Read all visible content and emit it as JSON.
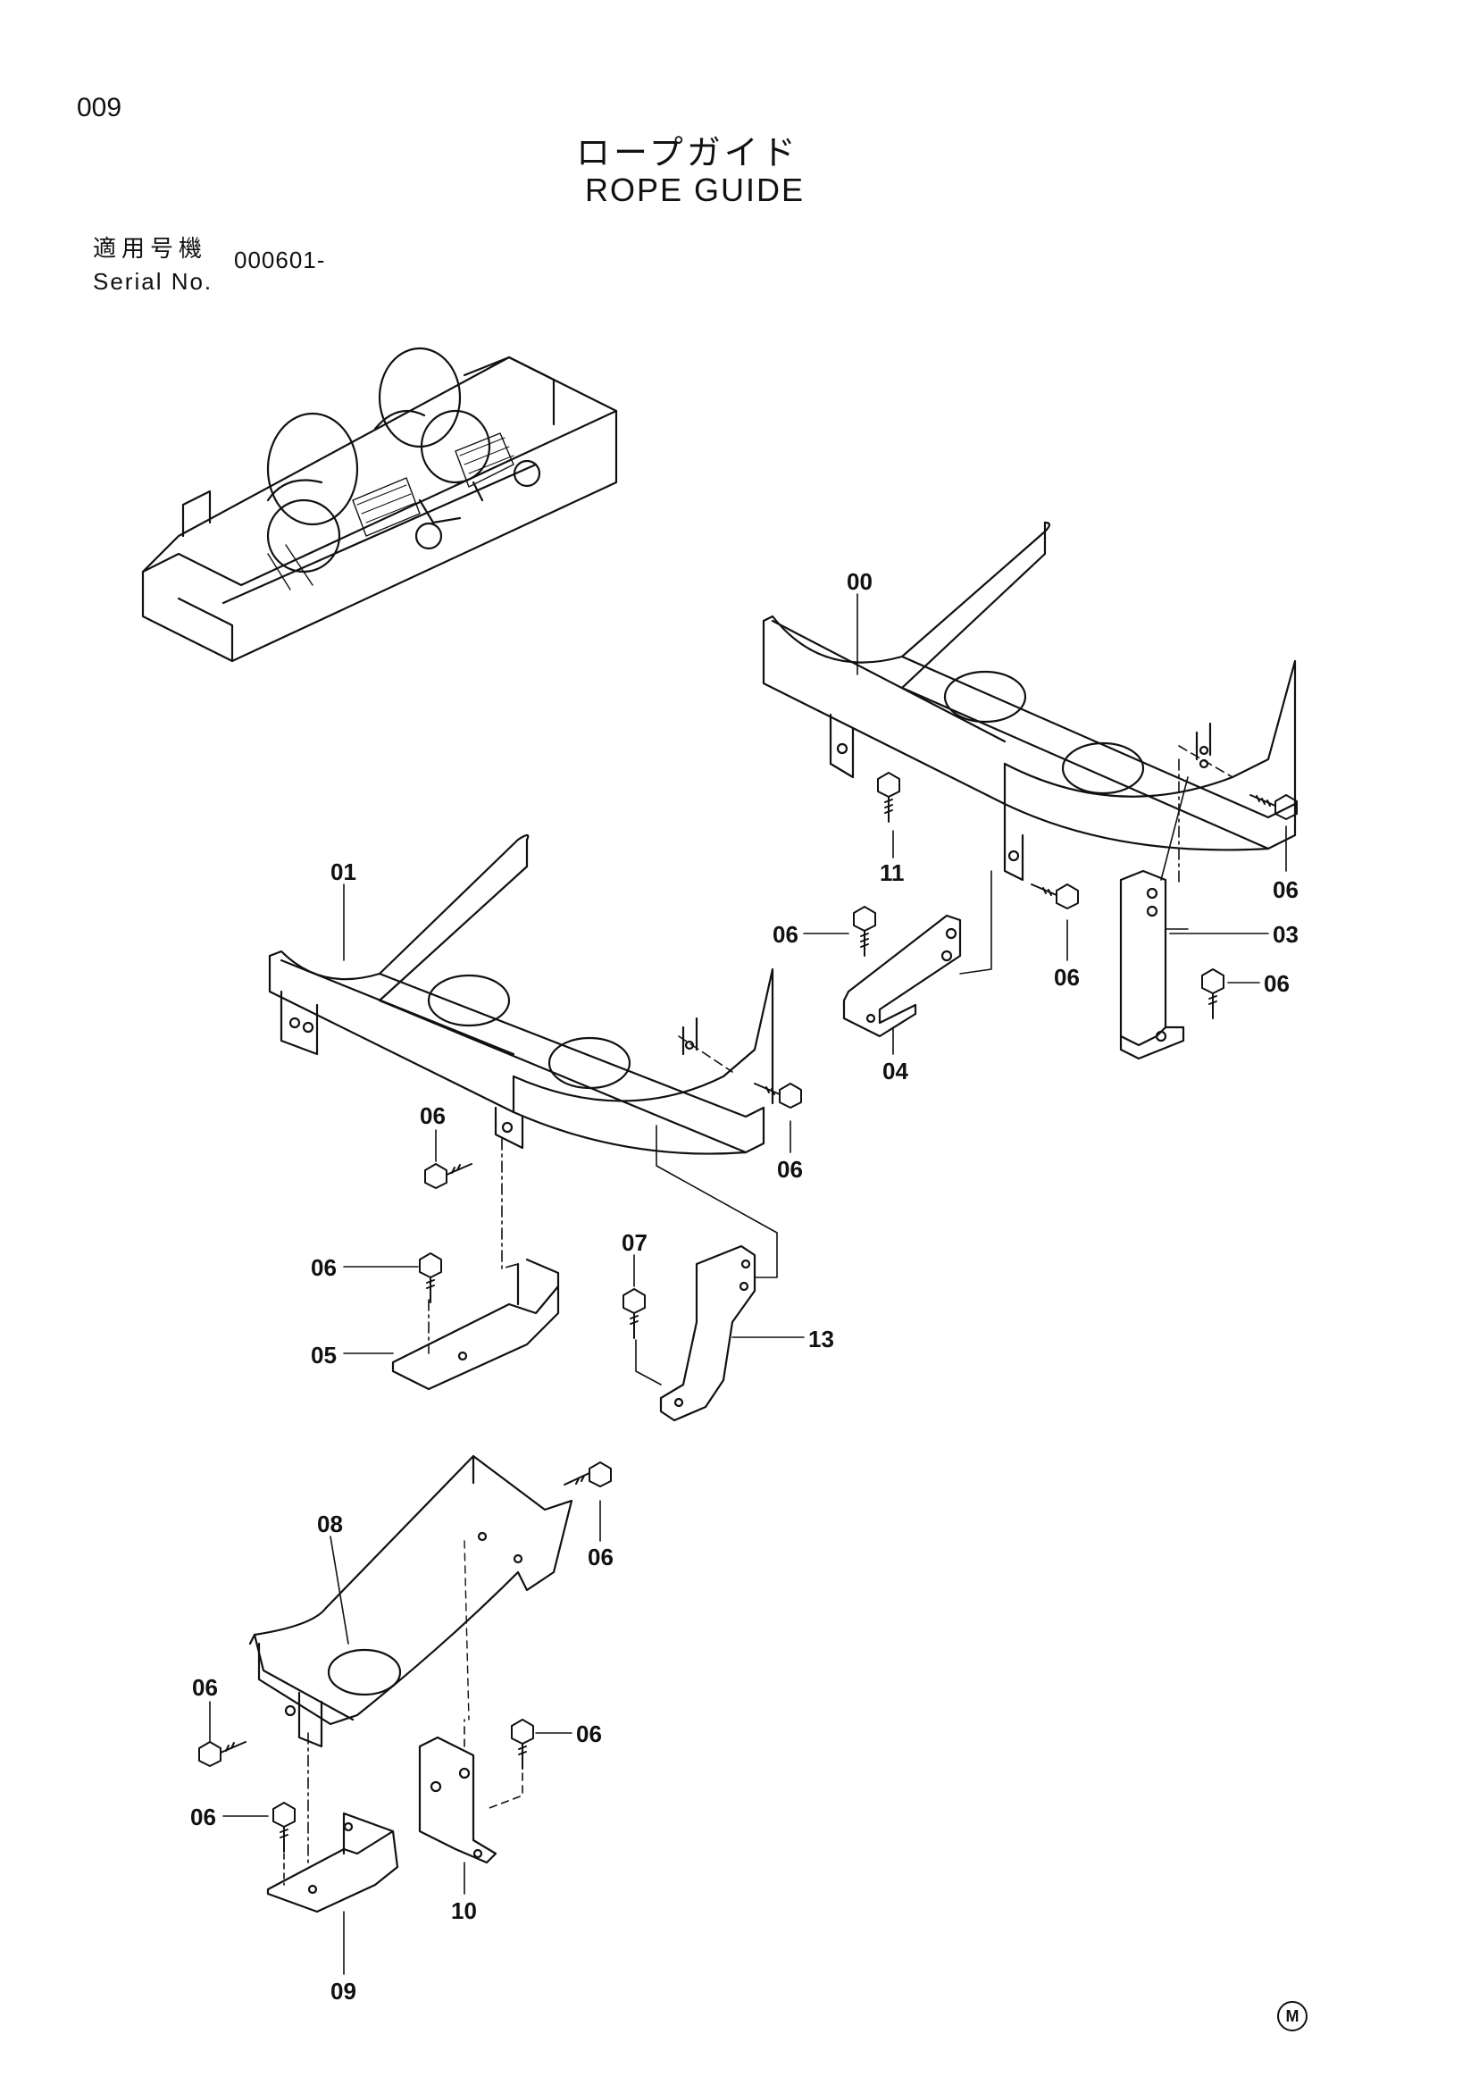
{
  "page": {
    "number": "009",
    "title_jp": "ロープガイド",
    "title_en": "ROPE GUIDE",
    "serial_label_jp": "適用号機",
    "serial_label_en": "Serial No.",
    "serial_value": "000601-",
    "mark": "M"
  },
  "parts": {
    "p00": "00",
    "p01": "01",
    "p03": "03",
    "p04": "04",
    "p05": "05",
    "p06": "06",
    "p07": "07",
    "p08": "08",
    "p09": "09",
    "p10": "10",
    "p11": "11",
    "p13": "13"
  }
}
